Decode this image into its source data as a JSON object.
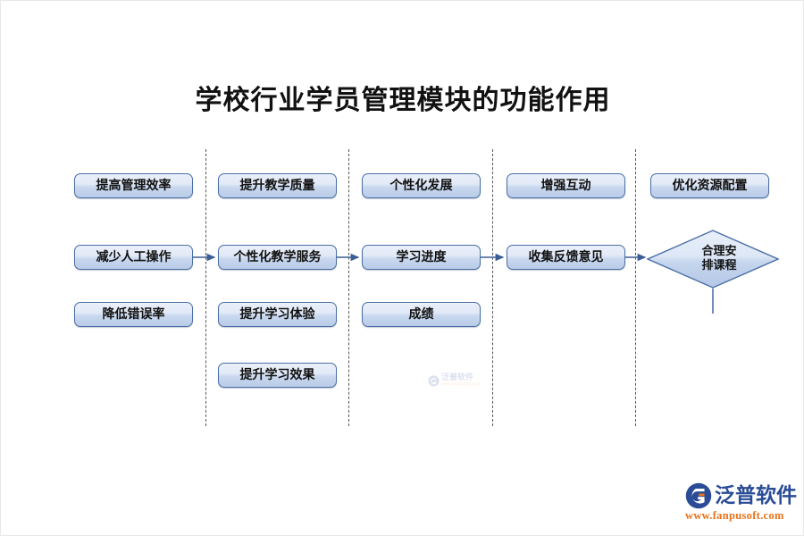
{
  "title": "学校行业学员管理模块的功能作用",
  "diagram": {
    "type": "flowchart",
    "columns": [
      {
        "id": "col-1",
        "header": "提高管理效率",
        "nodes": [
          "减少人工操作",
          "降低错误率"
        ]
      },
      {
        "id": "col-2",
        "header": "提升教学质量",
        "nodes": [
          "个性化教学服务",
          "提升学习体验",
          "提升学习效果"
        ]
      },
      {
        "id": "col-3",
        "header": "个性化发展",
        "nodes": [
          "学习进度",
          "成绩"
        ]
      },
      {
        "id": "col-4",
        "header": "增强互动",
        "nodes": [
          "收集反馈意见"
        ]
      },
      {
        "id": "col-5",
        "header": "优化资源配置",
        "nodes": [
          "合理安排课程"
        ]
      }
    ],
    "boxes": {
      "r1c1": "提高管理效率",
      "r1c2": "提升教学质量",
      "r1c3": "个性化发展",
      "r1c4": "增强互动",
      "r1c5": "优化资源配置",
      "r2c1": "减少人工操作",
      "r2c2": "个性化教学服务",
      "r2c3": "学习进度",
      "r2c4": "收集反馈意见",
      "r2c5_line1": "合理安",
      "r2c5_line2": "排课程",
      "r3c1": "降低错误率",
      "r3c2": "提升学习体验",
      "r3c3": "成绩",
      "r4c2": "提升学习效果"
    },
    "colors": {
      "box_border": "#4a6fa5",
      "box_fill_top": "#eaf0fa",
      "box_fill_bottom": "#b9cbe8",
      "connector": "#3b5e96",
      "divider": "#555555",
      "text": "#111111"
    }
  },
  "logo": {
    "brand": "泛普软件",
    "url": "www.fanpusoft.com",
    "brand_color": "#2a4c96",
    "url_color": "#e8721a"
  },
  "watermark": {
    "brand": "泛普软件",
    "url": "www.fanpusoft.com"
  }
}
